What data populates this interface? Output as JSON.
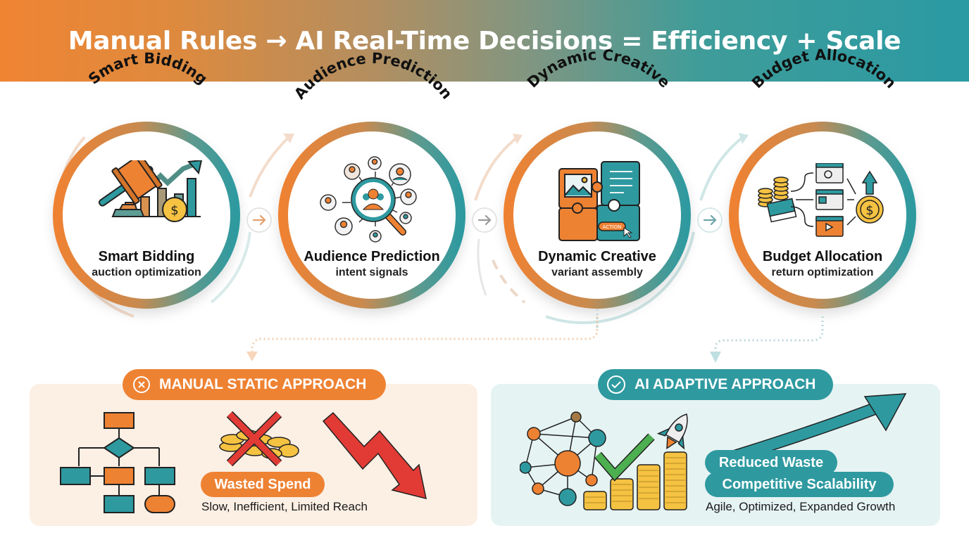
{
  "header": {
    "title": "Manual Rules → AI Real-Time Decisions = Efficiency + Scale"
  },
  "colors": {
    "orange": "#ee8233",
    "teal": "#2e9aa0",
    "coin": "#f5c242",
    "red": "#e23b35",
    "green": "#4caf50",
    "manual_bg": "#fcefe4",
    "ai_bg": "#e6f3f3"
  },
  "stages": [
    {
      "arc_title": "Smart Bidding",
      "title": "Smart Bidding",
      "subtitle": "auction optimization",
      "icon": "gavel-chart-icon"
    },
    {
      "arc_title": "Audience Prediction",
      "title": "Audience Prediction",
      "subtitle": "intent signals",
      "icon": "audience-magnifier-icon"
    },
    {
      "arc_title": "Dynamic Creative",
      "title": "Dynamic Creative",
      "subtitle": "variant assembly",
      "icon": "puzzle-creative-icon",
      "button_text": "ACTION"
    },
    {
      "arc_title": "Budget Allocation",
      "title": "Budget Allocation",
      "subtitle": "return optimization",
      "icon": "budget-flow-icon"
    }
  ],
  "connectors": [
    "arrow-right-icon",
    "arrow-right-icon",
    "arrow-right-icon"
  ],
  "manual": {
    "badge": "MANUAL STATIC APPROACH",
    "badge_icon": "x-circle-icon",
    "tag": "Wasted Spend",
    "caption": "Slow, Inefficient, Limited Reach"
  },
  "ai": {
    "badge": "AI ADAPTIVE APPROACH",
    "badge_icon": "check-circle-icon",
    "tags": [
      "Reduced Waste",
      "Competitive Scalability"
    ],
    "caption": "Agile, Optimized, Expanded Growth"
  }
}
